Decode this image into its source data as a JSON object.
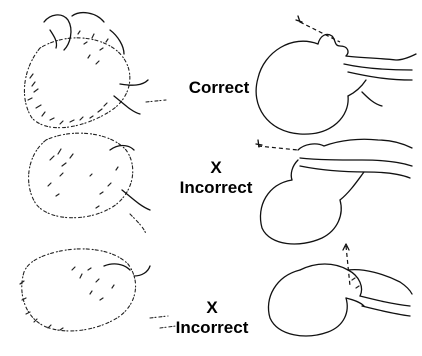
{
  "rows": [
    {
      "id": "row-1",
      "mark": "",
      "label": "Correct"
    },
    {
      "id": "row-2",
      "mark": "X",
      "label": "Incorrect"
    },
    {
      "id": "row-3",
      "mark": "X",
      "label": "Incorrect"
    }
  ],
  "colors": {
    "ink": "#111111",
    "background": "#ffffff"
  }
}
